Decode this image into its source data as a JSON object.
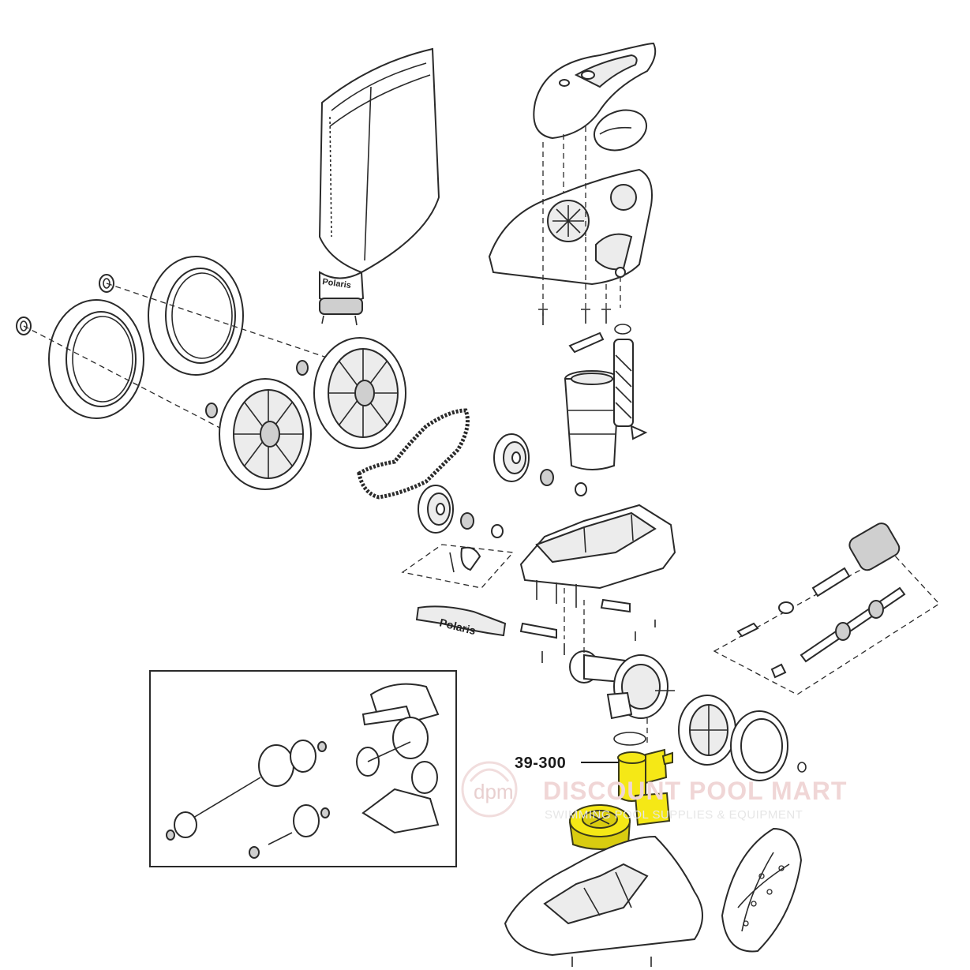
{
  "diagram": {
    "callout_label": "39-300",
    "watermark": {
      "title": "DISCOUNT POOL MART",
      "subtitle": "SWIMMING POOL SUPPLIES & EQUIPMENT",
      "logo_text": "dpm"
    },
    "brand_on_bag": "Polaris",
    "brand_on_bumper": "Polaris",
    "colors": {
      "line": "#2a2a2a",
      "highlight": "#f5e816",
      "watermark": "#f0d6d6"
    }
  }
}
